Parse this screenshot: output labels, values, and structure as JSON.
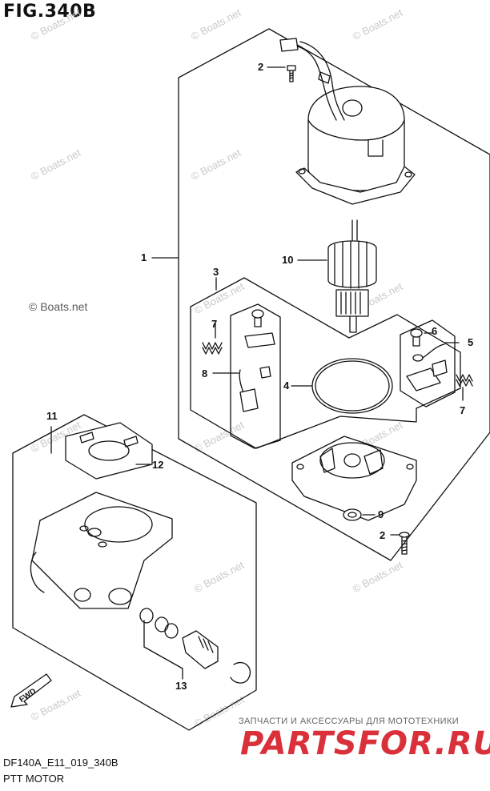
{
  "header": {
    "title": "FIG.340B"
  },
  "footer": {
    "code": "DF140A_E11_019_340B",
    "name": "PTT MOTOR"
  },
  "watermark": {
    "text": "© Boats.net"
  },
  "brand": {
    "tagline": "ЗАПЧАСТИ И АКСЕССУАРЫ ДЛЯ МОТОТЕХНИКИ",
    "logo": "PARTSFOR.RU",
    "logo_color": "#d9303a"
  },
  "fwd_label": "FWD",
  "callouts": {
    "c1": "1",
    "c2a": "2",
    "c2b": "2",
    "c3": "3",
    "c4": "4",
    "c5": "5",
    "c6": "6",
    "c7a": "7",
    "c7b": "7",
    "c8": "8",
    "c9": "9",
    "c10": "10",
    "c11": "11",
    "c12": "12",
    "c13": "13"
  }
}
